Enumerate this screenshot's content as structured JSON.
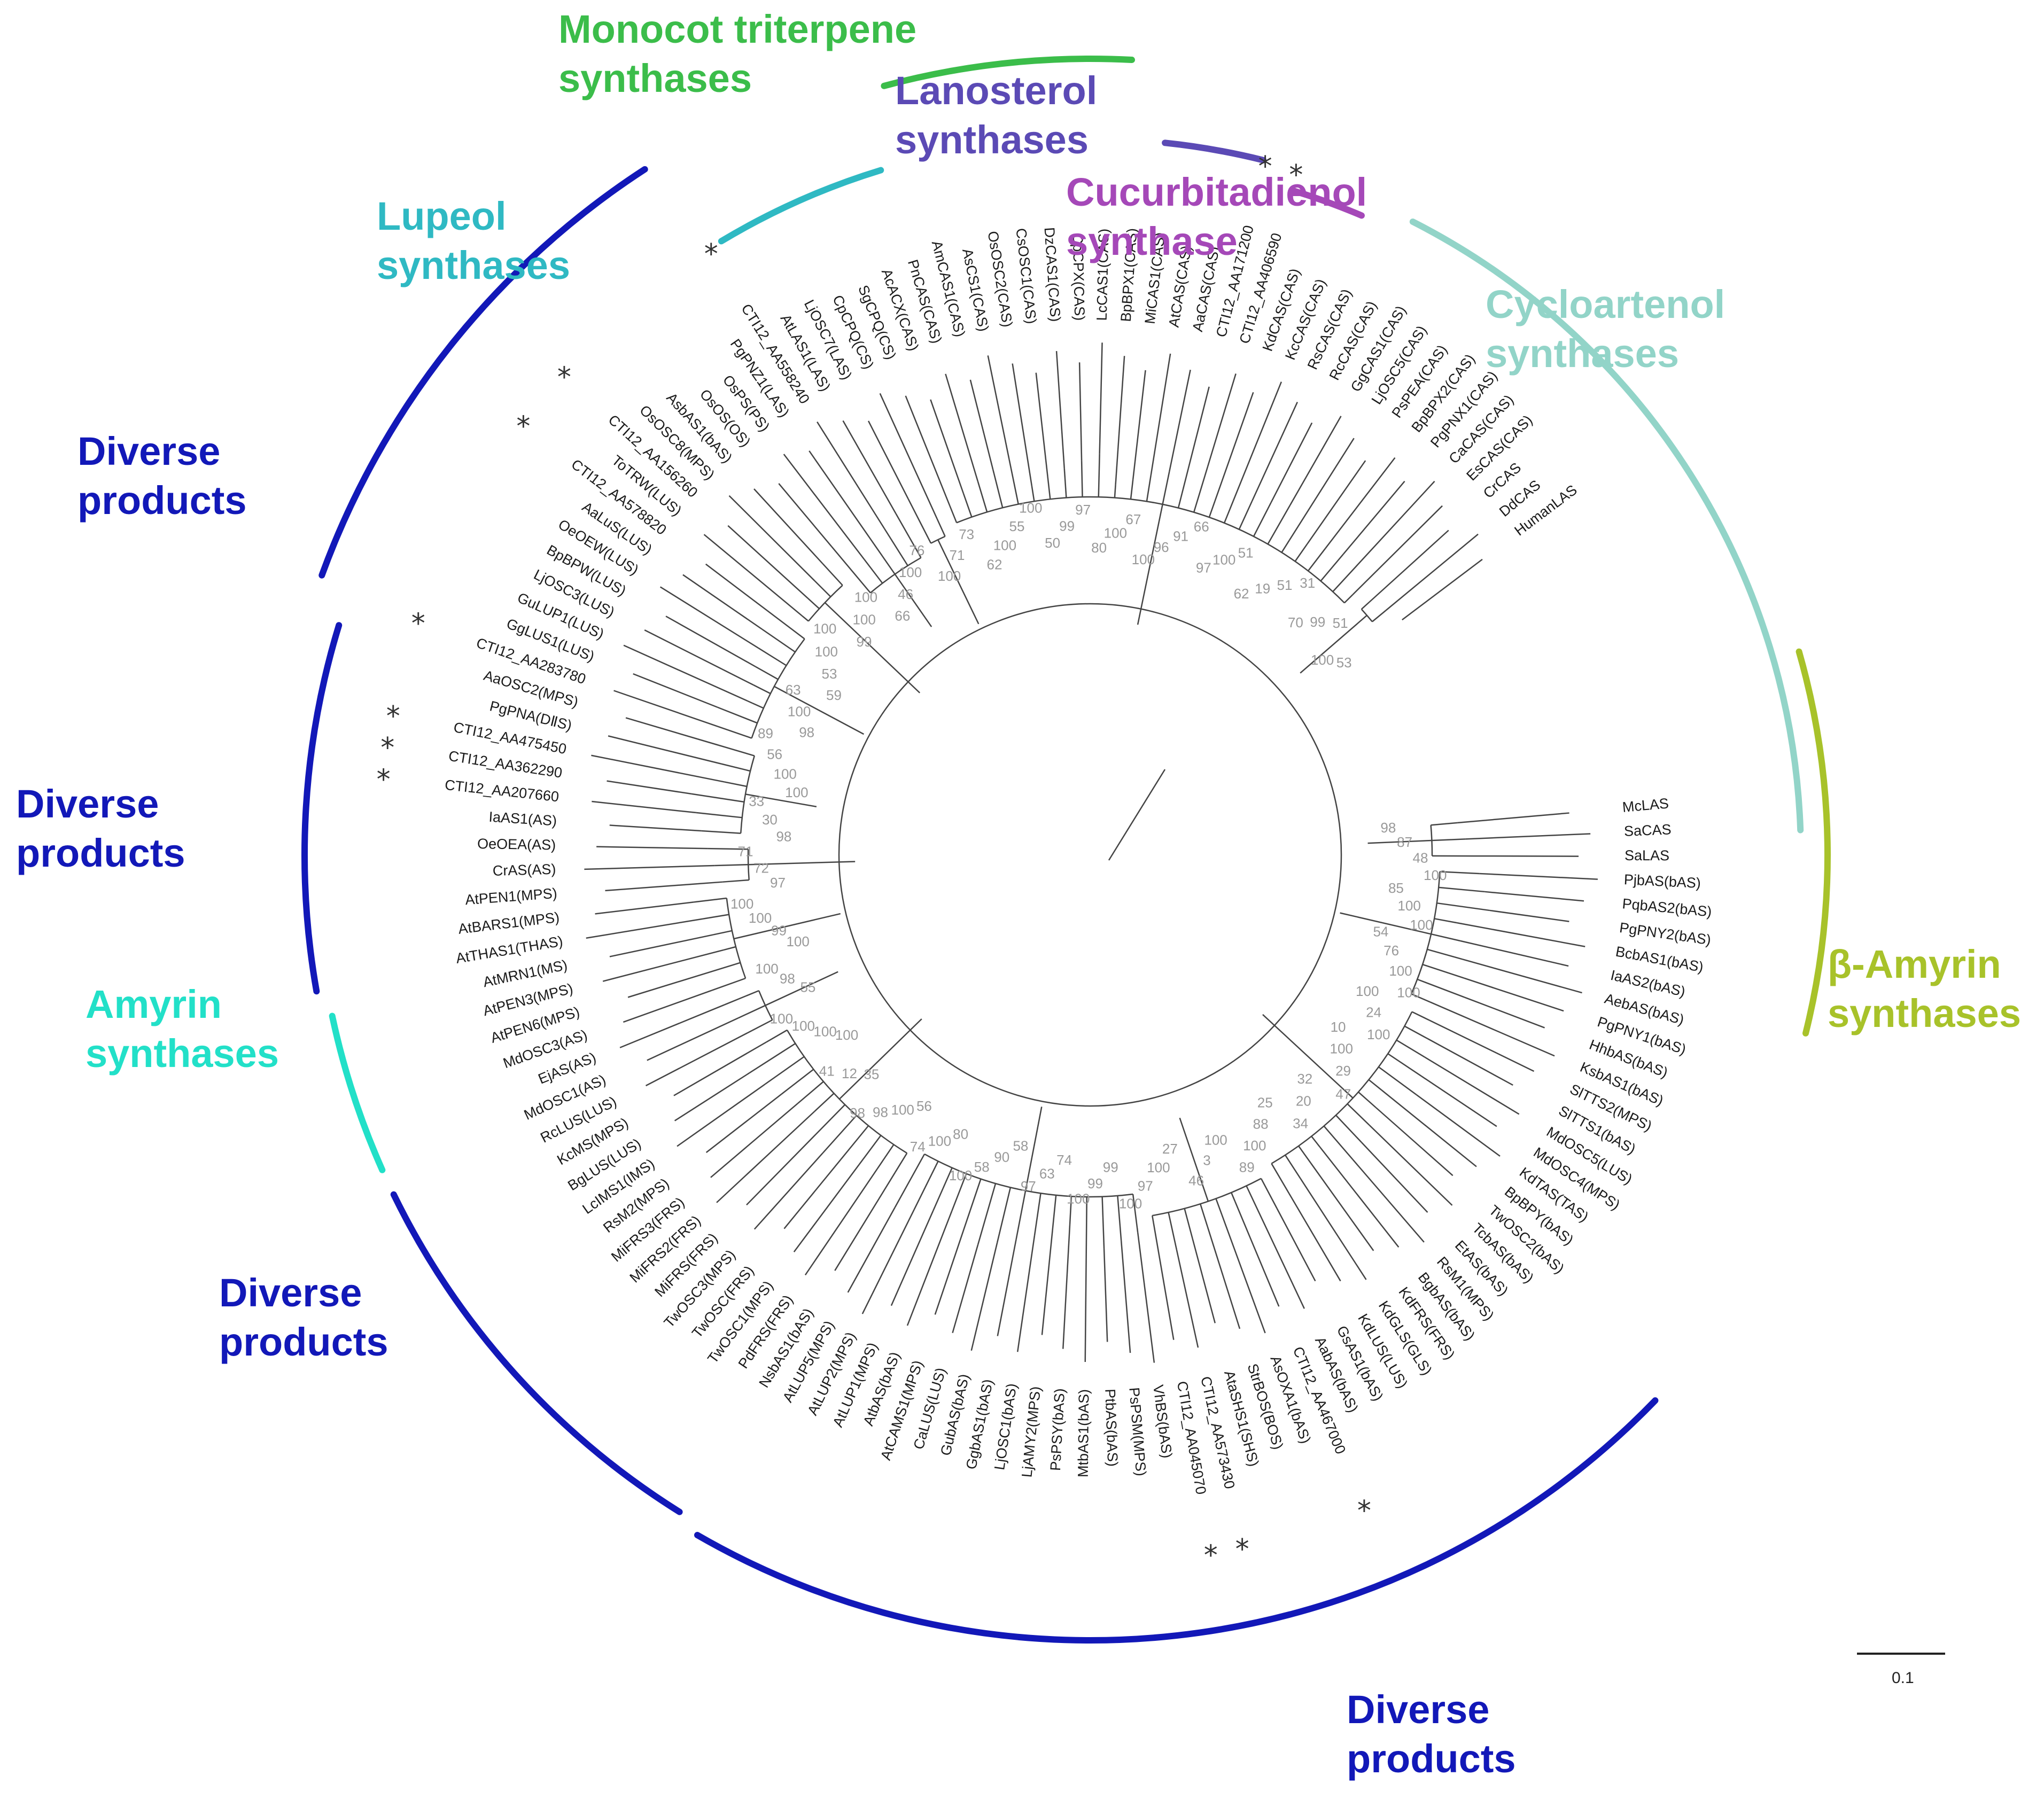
{
  "colors": {
    "branch": "#444444",
    "monocot": "#3bbd4a",
    "lanosterol": "#5b4ab5",
    "cucurbitadienol": "#a548b8",
    "cycloartenol": "#92d4c8",
    "lupeol": "#2fb9c3",
    "diverse": "#1218b8",
    "amyrin": "#22e0c8",
    "beta_amyrin": "#a8c22a"
  },
  "groups": {
    "monocot": "Monocot triterpene\nsynthases",
    "lanosterol": "Lanosterol\nsynthases",
    "cucurbitadienol": "Cucurbitadienol\nsynthase",
    "cycloartenol": "Cycloartenol\nsynthases",
    "lupeol": "Lupeol\nsynthases",
    "diverse_1": "Diverse\nproducts",
    "diverse_2": "Diverse\nproducts",
    "amyrin": "Amyrin\nsynthases",
    "diverse_3": "Diverse\nproducts",
    "diverse_4": "Diverse\nproducts",
    "beta_amyrin": "β-Amyrin\nsynthases"
  },
  "scale_bar": "0.1",
  "leaves": [
    "McLAS",
    "SaCAS",
    "SaLAS",
    "PjbAS(bAS)",
    "PqbAS2(bAS)",
    "PgPNY2(bAS)",
    "BcbAS1(bAS)",
    "IaAS2(bAS)",
    "AebAS(bAS)",
    "PgPNY1(bAS)",
    "HhbAS(bAS)",
    "KsbAS1(bAS)",
    "SlTTS2(MPS)",
    "SlTTS1(bAS)",
    "MdOSC5(LUS)",
    "MdOSC4(MPS)",
    "KdTAS(TAS)",
    "BpBPY(bAS)",
    "TwOSC2(bAS)",
    "TcbAS(bAS)",
    "EtAS(bAS)",
    "RsM1(MPS)",
    "BgbAS(bAS)",
    "KdFRS(FRS)",
    "KdGLS(GLS)",
    "KdLUS(LUS)",
    "GsAS1(bAS)",
    "AabAS(bAS)",
    "CTI12_AA467000",
    "AsOXA1(bAS)",
    "StrBOS(BOS)",
    "AtaSHS1(SHS)",
    "CTI12_AA573430",
    "CTI12_AA045070",
    "VhBS(bAS)",
    "PsPSM(MPS)",
    "PtbAS(bAS)",
    "MtbAS1(bAS)",
    "PsPSY(bAS)",
    "LjAMY2(MPS)",
    "LjOSC1(bAS)",
    "GgbAS1(bAS)",
    "GubAS(bAS)",
    "CaLUS(LUS)",
    "AtCAMS1(MPS)",
    "AtbAS(bAS)",
    "AtLUP1(MPS)",
    "AtLUP2(MPS)",
    "AtLUP5(MPS)",
    "NsbAS1(bAS)",
    "PdFRS(FRS)",
    "TwOSC1(MPS)",
    "TwOSC(FRS)",
    "TwOSC3(MPS)",
    "MiFRS(FRS)",
    "MiFRS2(FRS)",
    "MiFRS3(FRS)",
    "RsM2(MPS)",
    "LcIMS1(IMS)",
    "BgLUS(LUS)",
    "KcMS(MPS)",
    "RcLUS(LUS)",
    "MdOSC1(AS)",
    "EjAS(AS)",
    "MdOSC3(AS)",
    "AtPEN6(MPS)",
    "AtPEN3(MPS)",
    "AtMRN1(MS)",
    "AtTHAS1(THAS)",
    "AtBARS1(MPS)",
    "AtPEN1(MPS)",
    "CrAS(AS)",
    "OeOEA(AS)",
    "IaAS1(AS)",
    "CTI12_AA207660",
    "CTI12_AA362290",
    "CTI12_AA475450",
    "PgPNA(DⅡS)",
    "AaOSC2(MPS)",
    "CTI12_AA283780",
    "GgLUS1(LUS)",
    "GuLUP1(LUS)",
    "LjOSC3(LUS)",
    "BpBPW(LUS)",
    "OeOEW(LUS)",
    "AaLuS(LUS)",
    "CTI12_AA578820",
    "ToTRW(LUS)",
    "CTI12_AA156260",
    "OsOSC8(MPS)",
    "AsbAS1(bAS)",
    "OsOS(OS)",
    "OsPS(PS)",
    "PgPNZ1(LAS)",
    "CTI12_AA558240",
    "AtLAS1(LAS)",
    "LjOSC7(LAS)",
    "CpCPQ(CS)",
    "SgCPQ(CS)",
    "AcACX(CAS)",
    "PnCAS(CAS)",
    "AmCAS1(CAS)",
    "AsCS1(CAS)",
    "OsOSC2(CAS)",
    "CsOSC1(CAS)",
    "DzCAS1(CAS)",
    "CpCPX(CAS)",
    "LcCAS1(CAS)",
    "BpBPX1(CAS)",
    "MiCAS1(CAS)",
    "AtCAS(CAS)",
    "AaCAS(CAS)",
    "CTI12_AA171200",
    "CTI12_AA406590",
    "KdCAS(CAS)",
    "KcCAS(CAS)",
    "RsCAS(CAS)",
    "RcCAS(CAS)",
    "GgCAS1(CAS)",
    "LjOSC5(CAS)",
    "PsPEA(CAS)",
    "BpBPX2(CAS)",
    "PgPNX1(CAS)",
    "CaCAS(CAS)",
    "EsCAS(CAS)",
    "CrCAS",
    "DdCAS",
    "HumanLAS"
  ],
  "bootstraps": [
    "98",
    "87",
    "48",
    "100",
    "85",
    "100",
    "100",
    "54",
    "76",
    "100",
    "100",
    "100",
    "24",
    "100",
    "10",
    "100",
    "29",
    "47",
    "32",
    "20",
    "34",
    "25",
    "88",
    "100",
    "89",
    "100",
    "3",
    "46",
    "27",
    "100",
    "97",
    "100",
    "99",
    "99",
    "100",
    "74",
    "63",
    "97",
    "58",
    "90",
    "58",
    "100",
    "80",
    "100",
    "74",
    "56",
    "100",
    "98",
    "98",
    "35",
    "12",
    "41",
    "100",
    "100",
    "100",
    "100",
    "55",
    "98",
    "100",
    "100",
    "99",
    "100",
    "100",
    "97",
    "72",
    "71",
    "98",
    "30",
    "33",
    "100",
    "100",
    "56",
    "89",
    "98",
    "100",
    "63",
    "59",
    "53",
    "100",
    "100",
    "99",
    "100",
    "100",
    "66",
    "46",
    "100",
    "76",
    "100",
    "71",
    "73",
    "62",
    "100",
    "55",
    "100",
    "50",
    "99",
    "97",
    "80",
    "100",
    "67",
    "100",
    "96",
    "91",
    "66",
    "97",
    "100",
    "51",
    "62",
    "19",
    "51",
    "31",
    "70",
    "99",
    "51",
    "100",
    "53"
  ],
  "asterisks": [
    "CTI12_AA283780",
    "CTI12_AA475450",
    "CTI12_AA362290",
    "CTI12_AA207660",
    "CTI12_AA578820",
    "CTI12_AA156260",
    "CTI12_AA558240",
    "CTI12_AA171200",
    "CTI12_AA406590",
    "CTI12_AA467000",
    "CTI12_AA573430",
    "CTI12_AA045070"
  ]
}
